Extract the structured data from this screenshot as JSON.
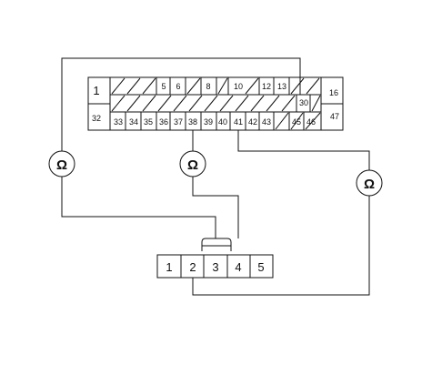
{
  "main_connector": {
    "top_row_labels": [
      {
        "key": "p1",
        "text": "1"
      },
      {
        "key": "p5",
        "text": "5"
      },
      {
        "key": "p6",
        "text": "6"
      },
      {
        "key": "p8",
        "text": "8"
      },
      {
        "key": "p10",
        "text": "10"
      },
      {
        "key": "p12",
        "text": "12"
      },
      {
        "key": "p13",
        "text": "13"
      },
      {
        "key": "p16",
        "text": "16"
      }
    ],
    "middle_row_labels": [
      {
        "key": "p30",
        "text": "30"
      }
    ],
    "bottom_row_labels": [
      {
        "key": "p32",
        "text": "32"
      },
      {
        "key": "p33",
        "text": "33"
      },
      {
        "key": "p34",
        "text": "34"
      },
      {
        "key": "p35",
        "text": "35"
      },
      {
        "key": "p36",
        "text": "36"
      },
      {
        "key": "p37",
        "text": "37"
      },
      {
        "key": "p38",
        "text": "38"
      },
      {
        "key": "p39",
        "text": "39"
      },
      {
        "key": "p40",
        "text": "40"
      },
      {
        "key": "p41",
        "text": "41"
      },
      {
        "key": "p42",
        "text": "42"
      },
      {
        "key": "p43",
        "text": "43"
      },
      {
        "key": "p45",
        "text": "45"
      },
      {
        "key": "p46",
        "text": "46"
      },
      {
        "key": "p47",
        "text": "47"
      }
    ]
  },
  "small_connector": {
    "pins": [
      "1",
      "2",
      "3",
      "4",
      "5"
    ]
  },
  "meters": [
    {
      "key": "left",
      "symbol": "Ω"
    },
    {
      "key": "center",
      "symbol": "Ω"
    },
    {
      "key": "right",
      "symbol": "Ω"
    }
  ],
  "colors": {
    "line": "#111111",
    "background": "#ffffff"
  }
}
